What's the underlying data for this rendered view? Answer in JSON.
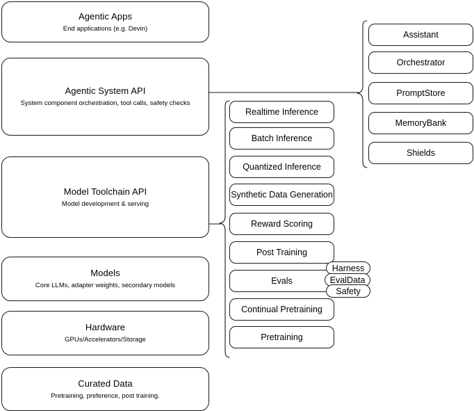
{
  "diagram": {
    "title": "AI stack layers diagram",
    "stroke_color": "#1a1a1a",
    "background_color": "#ffffff"
  },
  "stack_layers": [
    {
      "id": "agentic-apps",
      "title": "Agentic Apps",
      "subtitle": "End applications (e.g. Devin)"
    },
    {
      "id": "agentic-system-api",
      "title": "Agentic System API",
      "subtitle": "System component orchestration, tool calls, safety checks"
    },
    {
      "id": "model-toolchain-api",
      "title": "Model Toolchain API",
      "subtitle": "Model development & serving"
    },
    {
      "id": "models",
      "title": "Models",
      "subtitle": "Core LLMs, adapter weights, secondary models"
    },
    {
      "id": "hardware",
      "title": "Hardware",
      "subtitle": "GPUs/Accelerators/Storage"
    },
    {
      "id": "curated-data",
      "title": "Curated Data",
      "subtitle": "Pretraining, preference, post training."
    }
  ],
  "toolchain_components": [
    {
      "id": "realtime-inference",
      "label": "Realtime Inference"
    },
    {
      "id": "batch-inference",
      "label": "Batch Inference"
    },
    {
      "id": "quantized-inference",
      "label": "Quantized Inference"
    },
    {
      "id": "synthetic-data-generation",
      "label": "Synthetic Data Generation"
    },
    {
      "id": "reward-scoring",
      "label": "Reward Scoring"
    },
    {
      "id": "post-training",
      "label": "Post Training"
    },
    {
      "id": "evals",
      "label": "Evals"
    },
    {
      "id": "continual-pretraining",
      "label": "Continual Pretraining"
    },
    {
      "id": "pretraining",
      "label": "Pretraining"
    }
  ],
  "eval_subcomponents": [
    {
      "id": "harness",
      "label": "Harness"
    },
    {
      "id": "evaldata",
      "label": "EvalData"
    },
    {
      "id": "safety",
      "label": "Safety"
    }
  ],
  "agentic_system_components": [
    {
      "id": "assistant",
      "label": "Assistant"
    },
    {
      "id": "orchestrator",
      "label": "Orchestrator"
    },
    {
      "id": "promptstore",
      "label": "PromptStore"
    },
    {
      "id": "memorybank",
      "label": "MemoryBank"
    },
    {
      "id": "shields",
      "label": "Shields"
    }
  ]
}
